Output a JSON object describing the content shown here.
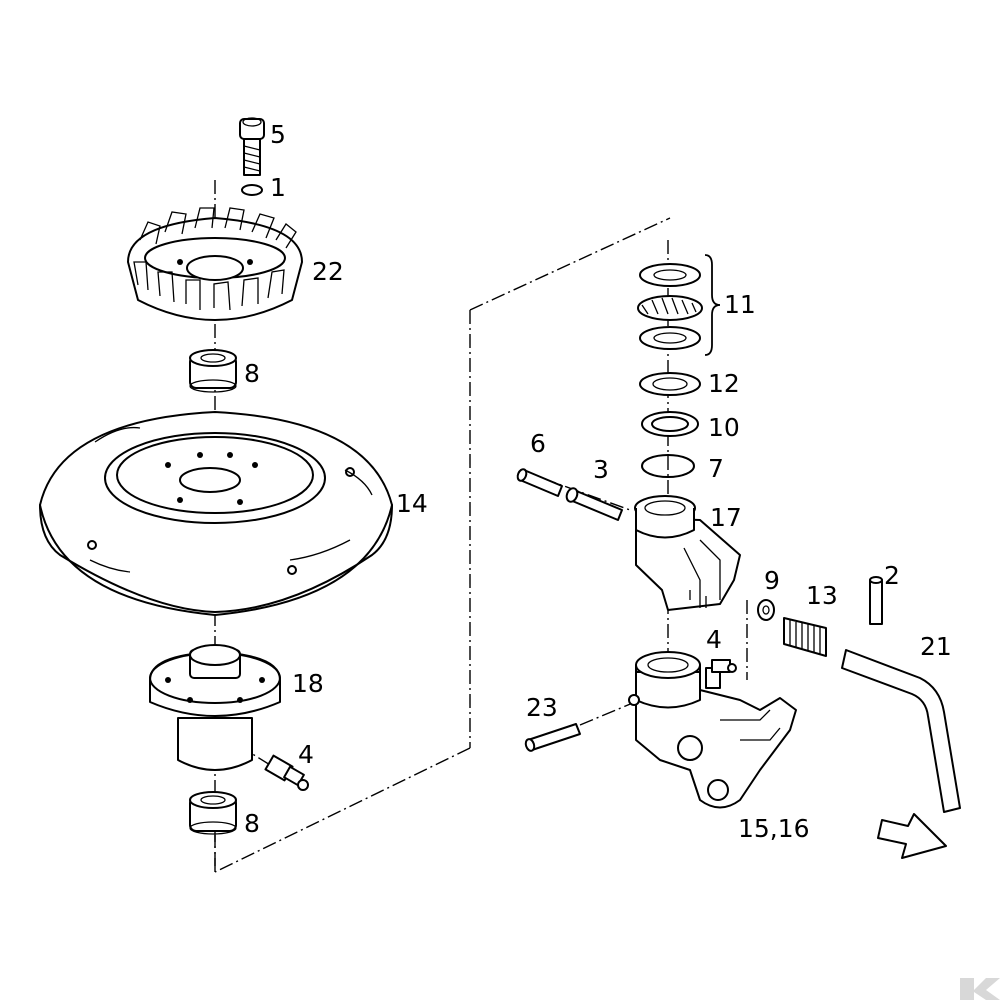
{
  "diagram": {
    "callouts": {
      "c5": "5",
      "c1": "1",
      "c22": "22",
      "c8a": "8",
      "c14": "14",
      "c18": "18",
      "c4a": "4",
      "c8b": "8",
      "c11": "11",
      "c12": "12",
      "c10": "10",
      "c7": "7",
      "c6": "6",
      "c3": "3",
      "c17": "17",
      "c9": "9",
      "c13": "13",
      "c2": "2",
      "c21": "21",
      "c4b": "4",
      "c23": "23",
      "c1516": "15,16"
    },
    "watermark_logo": "K"
  }
}
